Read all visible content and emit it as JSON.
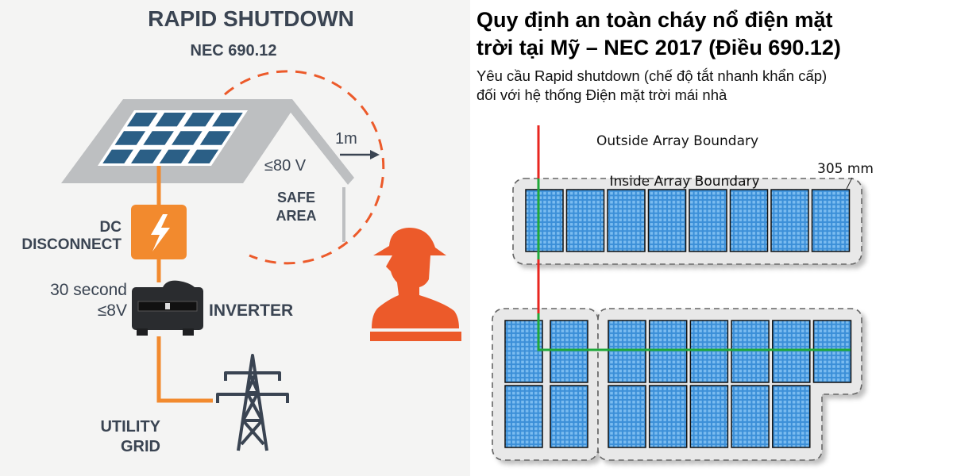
{
  "infographic": {
    "title": "RAPID SHUTDOWN",
    "code": "NEC 690.12",
    "labels": {
      "dc": "DC",
      "disconnect": "DISCONNECT",
      "time": "30 second",
      "low_voltage": "≤8V",
      "inverter": "INVERTER",
      "utility": "UTILITY",
      "grid": "GRID",
      "roof_voltage": "≤80 V",
      "safe": "SAFE",
      "area": "AREA",
      "distance": "1m"
    },
    "icons": [
      "solar-panel-icon",
      "lightning-bolt-icon",
      "inverter-icon",
      "power-tower-icon",
      "worker-icon"
    ],
    "colors": {
      "orange": "#f28a2e",
      "worker": "#ec5a2a",
      "text": "#3a4452",
      "panel": "#2b5f86",
      "roof": "#bdbfc1"
    }
  },
  "article": {
    "title_line1": "Quy định an toàn cháy nổ điện mặt",
    "title_line2": "trời tại Mỹ – NEC 2017 (Điều 690.12)",
    "subtitle_line1": "Yêu cầu Rapid shutdown (chế độ tắt nhanh khẩn cấp)",
    "subtitle_line2": "đối với hệ thống Điện mặt trời mái nhà"
  },
  "array_diagram": {
    "outside_label": "Outside Array Boundary",
    "inside_label": "Inside Array Boundary",
    "distance_label": "305 mm",
    "top_array_panels": 8,
    "bottom_left_panels": 4,
    "bottom_right_row1_panels": 6,
    "bottom_right_row2_panels": 5,
    "colors": {
      "outside_wire": "#e8261f",
      "inside_wire": "#1fa83a",
      "panel": "#3b8fd8"
    }
  }
}
